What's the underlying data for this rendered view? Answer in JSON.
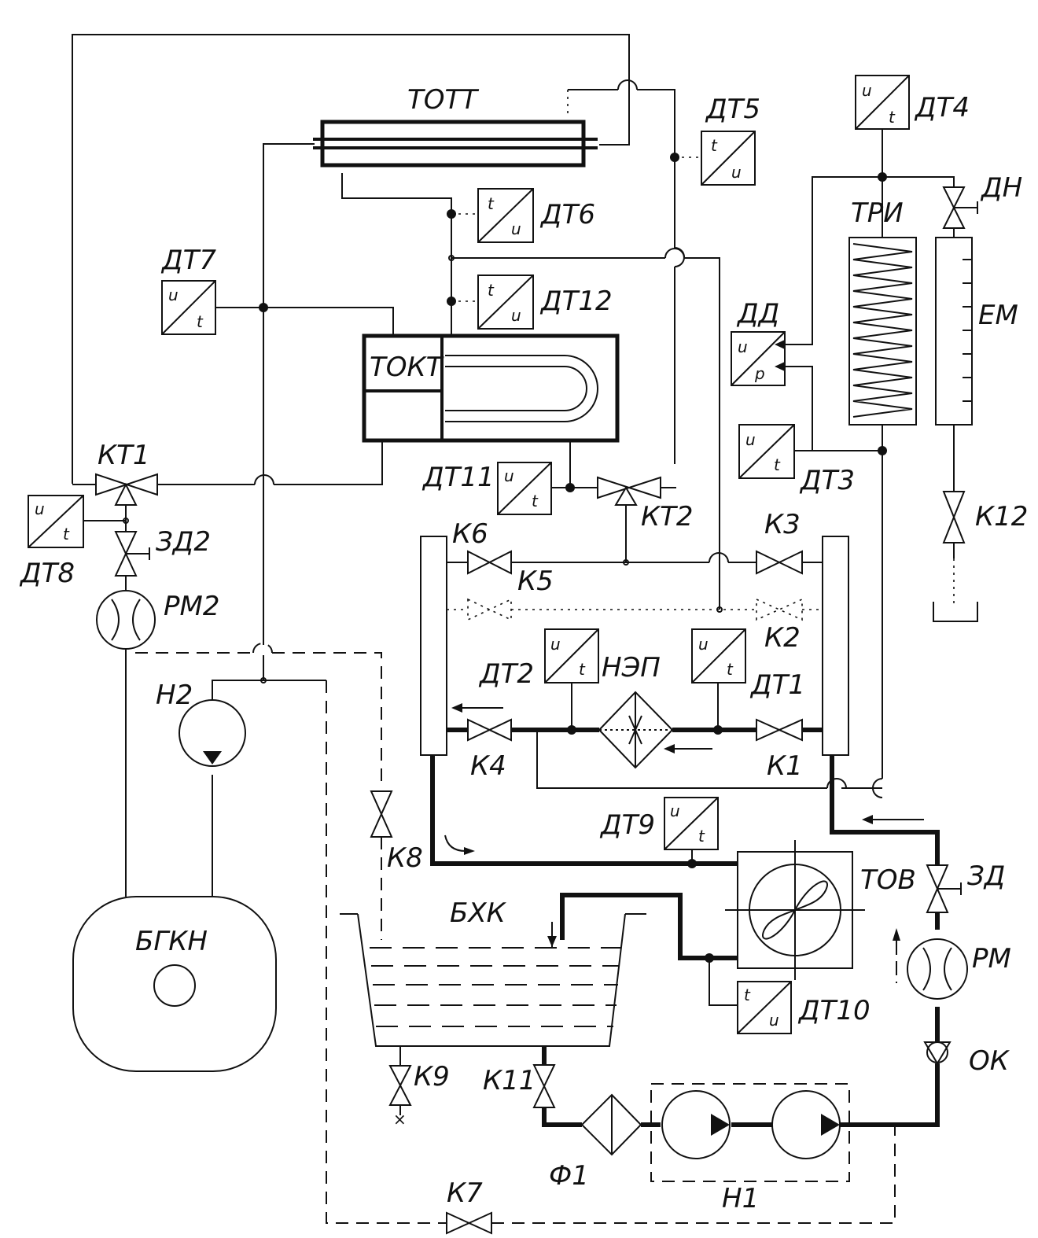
{
  "labels": {
    "tott": "ТОТТ",
    "dt5": "ДТ5",
    "dt4": "ДТ4",
    "dn": "ДН",
    "tri": "ТРИ",
    "dt6": "ДТ6",
    "dt7": "ДТ7",
    "dt12": "ДТ12",
    "dd": "ДД",
    "em": "ЕМ",
    "tokt": "ТОКТ",
    "kt1": "КТ1",
    "dt11": "ДТ11",
    "dt3": "ДТ3",
    "kt2": "КТ2",
    "dt8": "ДТ8",
    "zd2": "ЗД2",
    "rm2": "РМ2",
    "k6": "К6",
    "k3": "К3",
    "k12": "К12",
    "k5": "К5",
    "k2": "К2",
    "h2": "Н2",
    "dt2": "ДТ2",
    "nep": "НЭП",
    "dt1": "ДТ1",
    "k4": "К4",
    "k1": "К1",
    "dt9": "ДТ9",
    "k8": "К8",
    "zd": "ЗД",
    "tov": "ТОВ",
    "bxk": "БХК",
    "bgkn": "БГКН",
    "rm": "РМ",
    "dt10": "ДТ10",
    "k9": "К9",
    "k11": "К11",
    "ok": "ОК",
    "k7": "К7",
    "f1": "Ф1",
    "h1": "Н1"
  },
  "transducer_symbols": {
    "u": "u",
    "t": "t",
    "p": "p"
  }
}
